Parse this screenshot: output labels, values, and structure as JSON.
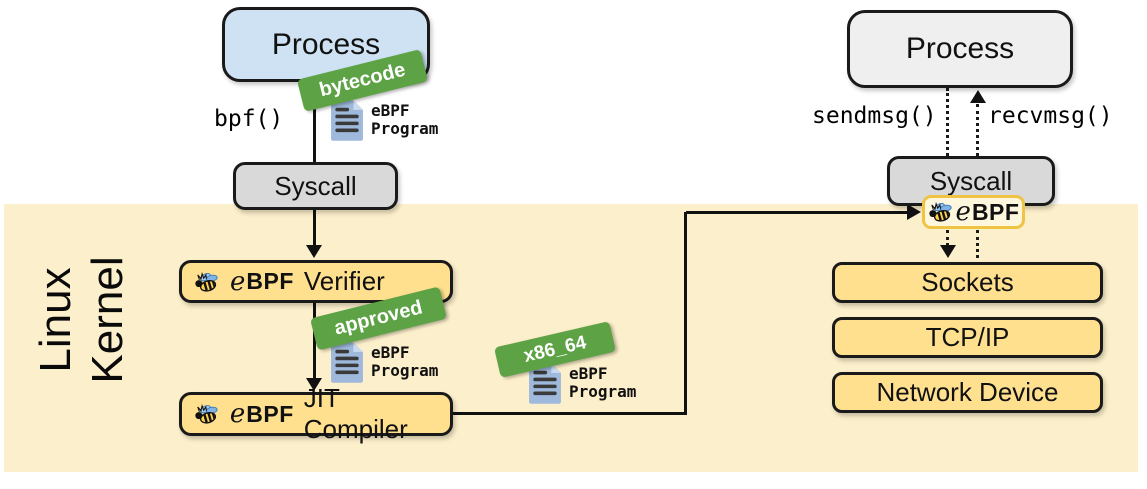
{
  "kernel": {
    "label": "Linux\nKernel"
  },
  "ebpf_logo": {
    "e": "e",
    "bpf": "BPF"
  },
  "ebpf_program": {
    "line1": "eBPF",
    "line2": "Program"
  },
  "left_flow": {
    "process": "Process",
    "bpf_call": "bpf()",
    "bytecode_badge": "bytecode",
    "syscall": "Syscall",
    "verifier": "Verifier",
    "approved_badge": "approved",
    "jit_compiler": "JIT Compiler",
    "x86_badge": "x86_64"
  },
  "right_flow": {
    "process": "Process",
    "sendmsg": "sendmsg()",
    "recvmsg": "recvmsg()",
    "syscall": "Syscall",
    "layers": [
      "Sockets",
      "TCP/IP",
      "Network Device"
    ]
  },
  "icons": {
    "bee": "bee-icon",
    "document": "ebpf-program-document-icon"
  },
  "colors": {
    "kernel_bg": "#FCEFCB",
    "gold_box": "#FFE08F",
    "process_blue": "#CEE2F3",
    "syscall_gray": "#D9D9D9",
    "process_gray": "#EFEFEF",
    "badge_green": "#5DA245",
    "hook_badge_bg": "#FFF6DE",
    "hook_badge_border": "#EFC343",
    "document_blue": "#9EB9DB",
    "line": "#111111"
  }
}
